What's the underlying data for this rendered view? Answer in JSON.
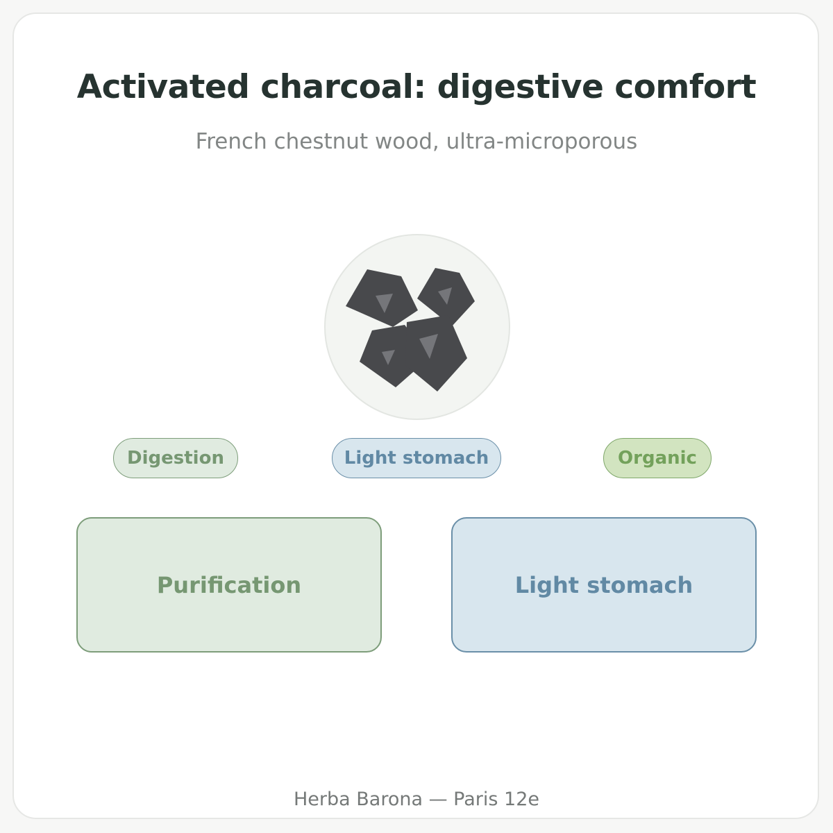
{
  "header": {
    "title": "Activated charcoal: digestive comfort",
    "subtitle": "French chestnut wood, ultra-microporous"
  },
  "illustration": {
    "icon": "charcoal-pieces-icon",
    "colors": {
      "circle_fill": "#f3f5f2",
      "circle_stroke": "#e3e6e2",
      "charcoal": "#48494c",
      "facet": "#75767a"
    }
  },
  "tags": [
    {
      "label": "Digestion",
      "color": "#769772"
    },
    {
      "label": "Light stomach",
      "color": "#6189a4"
    },
    {
      "label": "Organic",
      "color": "#73a15b"
    }
  ],
  "benefits": [
    {
      "label": "Purification",
      "color": "#769772"
    },
    {
      "label": "Light stomach",
      "color": "#6189a4"
    }
  ],
  "footer": {
    "text": "Herba Barona — Paris 12e"
  }
}
